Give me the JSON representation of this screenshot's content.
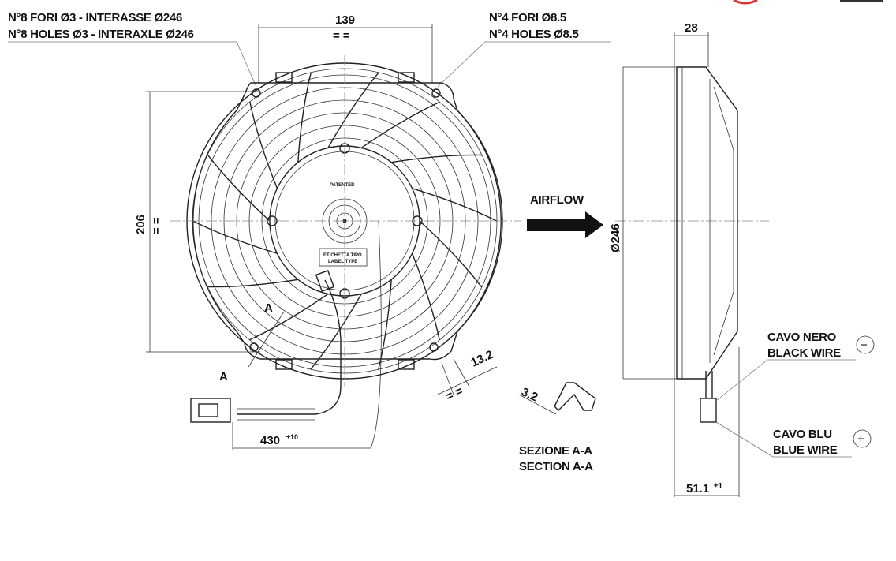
{
  "labels": {
    "holes_it": "N°8 FORI Ø3 - INTERASSE Ø246",
    "holes_en": "N°8 HOLES Ø3 - INTERAXLE Ø246",
    "mount_it": "N°4 FORI Ø8.5",
    "mount_en": "N°4 HOLES Ø8.5",
    "airflow": "AIRFLOW",
    "patented": "PATENTED",
    "label_type_it": "ETICHETTA TIPO",
    "label_type_en": "LABEL TYPE",
    "section_it": "SEZIONE A-A",
    "section_en": "SECTION A-A",
    "black_it": "CAVO NERO",
    "black_en": "BLACK WIRE",
    "blue_it": "CAVO BLU",
    "blue_en": "BLUE WIRE",
    "minus": "−",
    "plus": "+",
    "section_mark": "A"
  },
  "dimensions": {
    "width_top": "139",
    "height_left": "206",
    "diameter_side": "Ø246",
    "depth_top": "28",
    "depth_bottom": "51.1",
    "depth_tol": "±1",
    "cable_length": "430",
    "cable_tol": "±10",
    "slot": "13.2",
    "section_thickness": "3.2",
    "equal": "= ="
  },
  "drawing": {
    "spokes": 14,
    "rings": 6
  }
}
